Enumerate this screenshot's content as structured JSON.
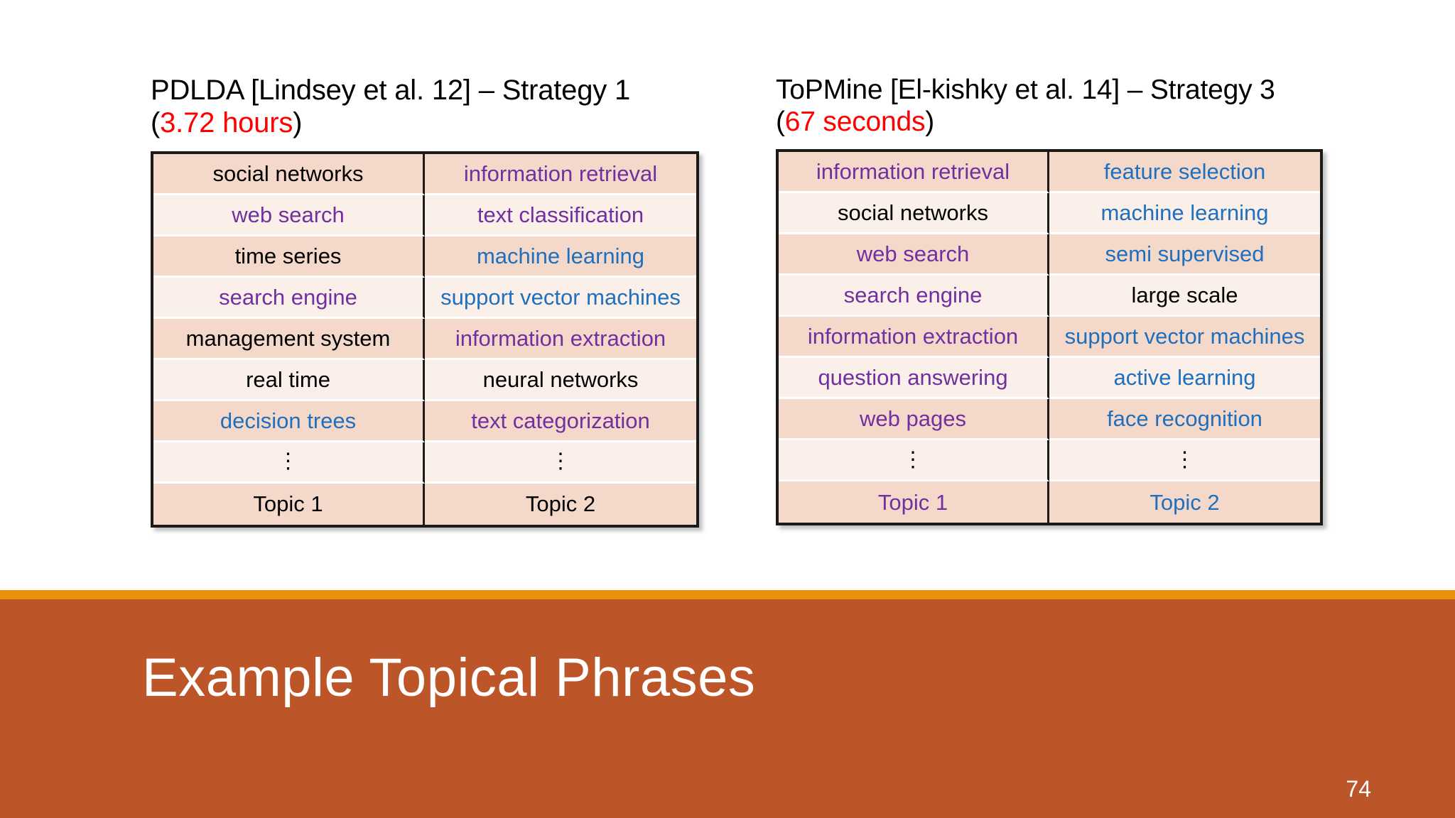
{
  "slide": {
    "page_number": "74",
    "banner_title": "Example Topical Phrases",
    "accent_banner_color": "#BC5528",
    "accent_stripe_color": "#E8920C",
    "runtime_color": "#FF0000",
    "text_colors": {
      "black": "#000000",
      "purple": "#7030A0",
      "blue": "#1F6FBF"
    }
  },
  "panels": [
    {
      "id": "pdlda",
      "title_prefix": "PDLDA [Lindsey et al. 12] – Strategy 1",
      "paren_open": "(",
      "runtime": "3.72 hours",
      "paren_close": ")",
      "columns": [
        "Topic 1",
        "Topic 2"
      ],
      "column_colors": [
        "black",
        "black"
      ],
      "rows": [
        {
          "left": "social networks",
          "left_color": "black",
          "right": "information retrieval",
          "right_color": "purple"
        },
        {
          "left": "web search",
          "left_color": "purple",
          "right": "text classification",
          "right_color": "purple"
        },
        {
          "left": "time series",
          "left_color": "black",
          "right": "machine learning",
          "right_color": "blue"
        },
        {
          "left": "search engine",
          "left_color": "purple",
          "right": "support vector machines",
          "right_color": "blue"
        },
        {
          "left": "management system",
          "left_color": "black",
          "right": "information extraction",
          "right_color": "purple"
        },
        {
          "left": "real time",
          "left_color": "black",
          "right": "neural networks",
          "right_color": "black"
        },
        {
          "left": "decision trees",
          "left_color": "blue",
          "right": "text categorization",
          "right_color": "purple"
        },
        {
          "left": "⋮",
          "left_color": "black",
          "right": "⋮",
          "right_color": "black"
        }
      ]
    },
    {
      "id": "topmine",
      "title_prefix": "ToPMine [El-kishky et al. 14] – Strategy 3",
      "paren_open": "(",
      "runtime": "67 seconds",
      "paren_close": ")",
      "columns": [
        "Topic 1",
        "Topic 2"
      ],
      "column_colors": [
        "purple",
        "blue"
      ],
      "rows": [
        {
          "left": "information retrieval",
          "left_color": "purple",
          "right": "feature selection",
          "right_color": "blue"
        },
        {
          "left": "social networks",
          "left_color": "black",
          "right": "machine learning",
          "right_color": "blue"
        },
        {
          "left": "web search",
          "left_color": "purple",
          "right": "semi supervised",
          "right_color": "blue"
        },
        {
          "left": "search engine",
          "left_color": "purple",
          "right": "large scale",
          "right_color": "black"
        },
        {
          "left": "information extraction",
          "left_color": "purple",
          "right": "support vector machines",
          "right_color": "blue"
        },
        {
          "left": "question answering",
          "left_color": "purple",
          "right": "active learning",
          "right_color": "blue"
        },
        {
          "left": "web pages",
          "left_color": "purple",
          "right": "face recognition",
          "right_color": "blue"
        },
        {
          "left": "⋮",
          "left_color": "black",
          "right": "⋮",
          "right_color": "black"
        }
      ]
    }
  ]
}
